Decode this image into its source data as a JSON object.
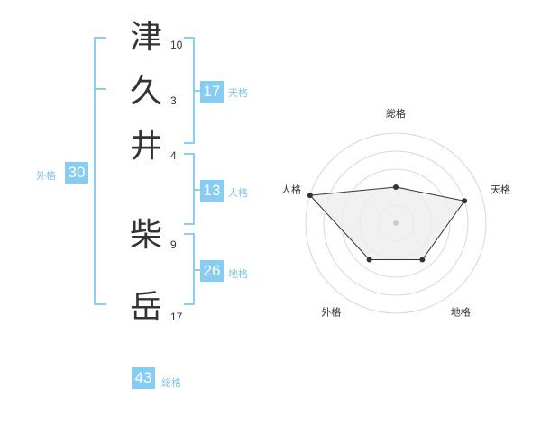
{
  "name": {
    "characters": [
      {
        "char": "津",
        "strokes": "10"
      },
      {
        "char": "久",
        "strokes": "3"
      },
      {
        "char": "井",
        "strokes": "4"
      },
      {
        "char": "柴",
        "strokes": "9"
      },
      {
        "char": "岳",
        "strokes": "17"
      }
    ]
  },
  "scores": {
    "tenkaku": {
      "value": "17",
      "label": "天格"
    },
    "jinkaku": {
      "value": "13",
      "label": "人格"
    },
    "chikaku": {
      "value": "26",
      "label": "地格"
    },
    "gaikaku": {
      "value": "30",
      "label": "外格"
    },
    "soukaku": {
      "value": "43",
      "label": "総格"
    }
  },
  "colors": {
    "accent": "#86cdf3",
    "bracket": "#8ccff3",
    "text": "#333333"
  },
  "chart_data": {
    "type": "radar",
    "axes": [
      "総格",
      "天格",
      "地格",
      "外格",
      "人格"
    ],
    "values": [
      2,
      4,
      2.5,
      2.5,
      5
    ],
    "max": 5
  }
}
